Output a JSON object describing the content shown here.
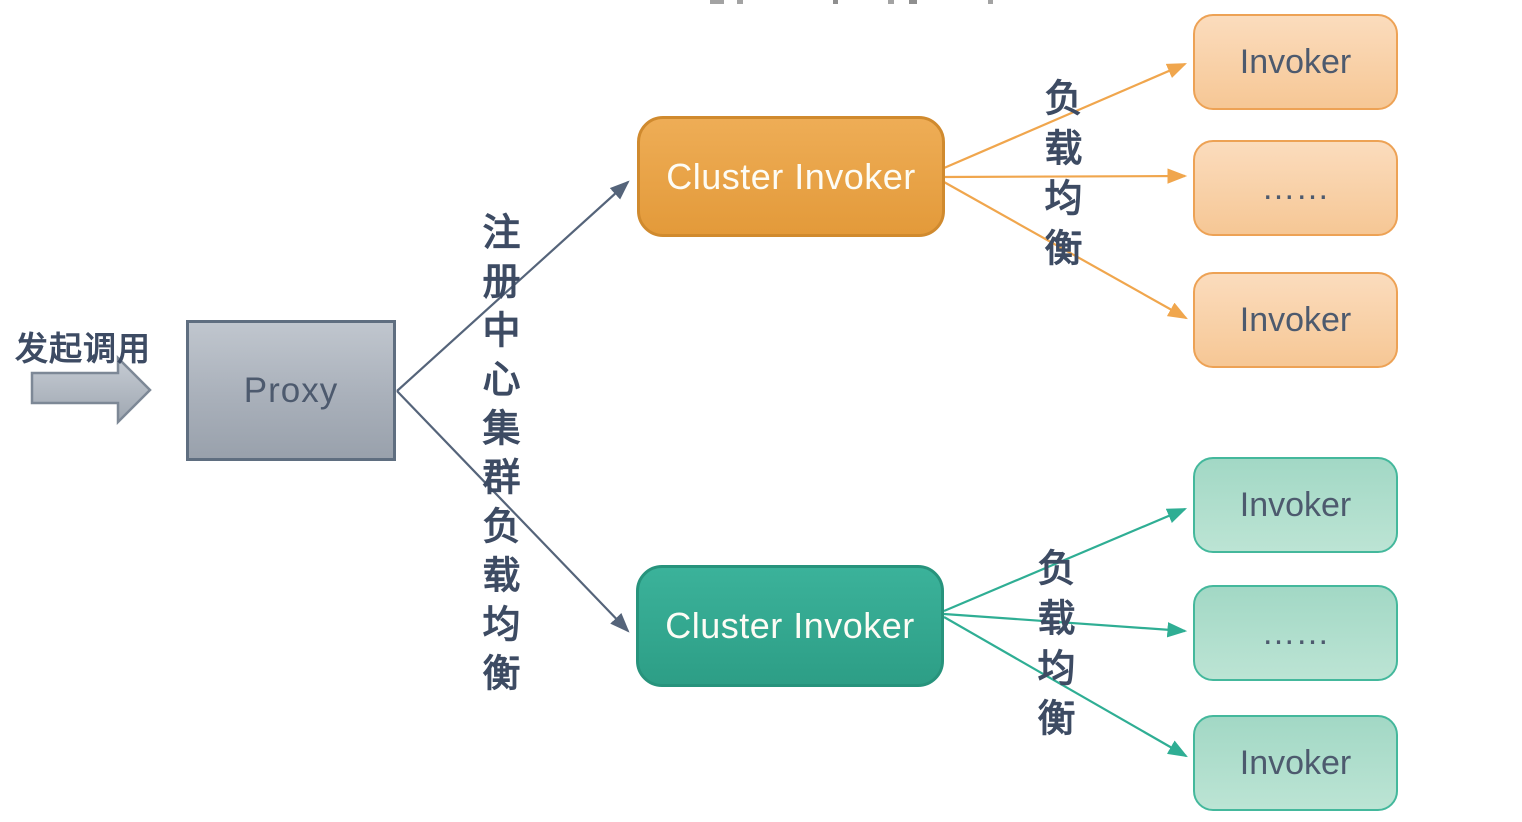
{
  "diagram": {
    "caller_label": "发起调用",
    "proxy_label": "Proxy",
    "registry_label": "注册中心集群负载均衡",
    "clusters": [
      {
        "label": "Cluster Invoker",
        "load_balance_label": "负载均衡",
        "accent_color": "#e8a145",
        "invokers": [
          "Invoker",
          "……",
          "Invoker"
        ]
      },
      {
        "label": "Cluster Invoker",
        "load_balance_label": "负载均衡",
        "accent_color": "#2fa88e",
        "invokers": [
          "Invoker",
          "……",
          "Invoker"
        ]
      }
    ],
    "colors": {
      "chinese_text": "#3d4b63",
      "latin_text": "#4d5a6e",
      "connector_slate": "#55647a",
      "orange_line": "#f0a64d",
      "teal_line": "#2fae94",
      "proxy_fill": "#aab1bb",
      "proxy_border": "#5f6e80",
      "orange_cluster_fill": "#e9a649",
      "orange_cluster_border": "#d08a2e",
      "teal_cluster_fill": "#34a890",
      "teal_cluster_border": "#27937c",
      "orange_invoker_fill": "#f8d2a9",
      "orange_invoker_border": "#eda255",
      "teal_invoker_fill": "#b0decd",
      "teal_invoker_border": "#44b89c"
    }
  }
}
